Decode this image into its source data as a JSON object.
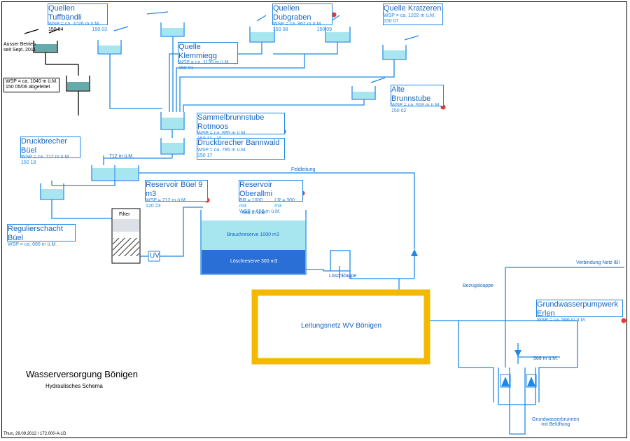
{
  "sources": {
    "tuffbaendli": {
      "title": "Quellen Tuffbändli",
      "wsp": "WSP = ca. 1076 m ü.M.",
      "id_left": "150 04",
      "id_right": "150 03"
    },
    "dubgraben": {
      "title": "Quellen Dubgraben",
      "wsp": "WSP = ca. 967 m ü.M.",
      "id_left": "150 08",
      "id_right": "150 09"
    },
    "kratzeren": {
      "title": "Quelle Kratzeren",
      "wsp": "WSP = ca. 1202 m ü.M.",
      "id": "150 07"
    },
    "klemmiegg": {
      "title": "Quelle Klemmiegg",
      "wsp": "WSP = ca. 1139 m ü.M.",
      "id": "150 01"
    },
    "alte_brunnstube": {
      "title": "Alte Brunnstube",
      "wsp": "WSP = ca. 918 m ü.M.",
      "id": "150 02"
    }
  },
  "sammelbrunnstube": {
    "title": "Sammelbrunnstube Rotmoos",
    "wsp": "WSP = ca. 895 m ü.M.",
    "id": "150 11 - 15"
  },
  "druckbrecher_bannwald": {
    "title": "Druckbrecher Bannwald",
    "wsp": "WSP = ca. 785 m ü.M.",
    "id": "150 17"
  },
  "druckbrecher_bueel": {
    "title": "Druckbrecher Büel",
    "wsp": "WSP = ca. 712 m ü.M.",
    "id": "150 18"
  },
  "reservoir_bueel": {
    "title": "Reservoir Büel  9 m3",
    "wsp": "WSP = 712 m ü.M.",
    "id": "120 23"
  },
  "reservoir_oberallmi": {
    "title": "Reservoir Oberallmi",
    "br": "BR = 1000 m3",
    "lr": "LR = 300 m3",
    "wsp": "WSP = 658 m ü.M."
  },
  "regulierschacht": {
    "title": "Regulierschacht Büel",
    "wsp": "WSP = ca. 685 m ü.M."
  },
  "grundwasserpumpwerk": {
    "title": "Grundwasserpumpwerk Erlen",
    "wsp": "WSP = ca. 566 m ü.M."
  },
  "labels": {
    "ausser_betrieb_1": "Ausser Betrieb",
    "ausser_betrieb_2": "seit Sept. 2011",
    "abgeleitet_wsp": "WSP = ca. 1040 m ü.M.",
    "abgeleitet_id": "150 05/06 abgeleitet",
    "level_712": "712 m ü.M.",
    "feldleitung": "Feldleitung",
    "level_658": "658 m ü.M.",
    "brauchreserve": "Brauchreserve 1000 m3",
    "loeschreserve": "Löschreserve 300 m3",
    "filter": "Filter",
    "uv": "UV",
    "loeschklappe": "Löschklappe",
    "leitungsnetz": "Leitungsnetz  WV Bönigen",
    "verbindung": "Verbindung Netz IBI",
    "bezugsklappe": "Bezugsklappe",
    "level_566": "566 m ü.M.",
    "grundwasserbrunnen_1": "Grundwasserbrunnen",
    "grundwasserbrunnen_2": "mit Belüftung",
    "title": "Wasserversorgung Bönigen",
    "subtitle": "Hydraulisches Schema",
    "footer": "Thun, 29.09.2012 / 172.000-A-1D"
  },
  "colors": {
    "pipe": "#1e88e5",
    "water": "#a8e6ef",
    "reserve": "#2a6fd6",
    "network_border": "#f5b800",
    "marker": "#e53935"
  }
}
